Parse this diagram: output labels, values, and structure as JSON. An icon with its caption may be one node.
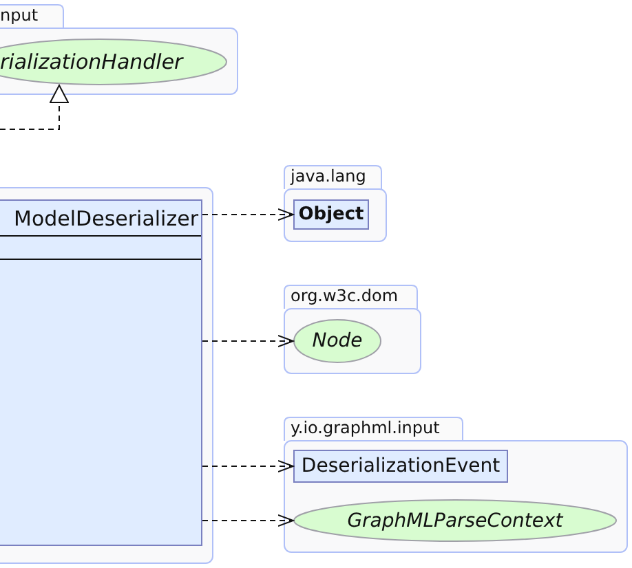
{
  "diagram": {
    "nodes": [
      {
        "text": [
          "nput"
        ]
      },
      {
        "text": [
          "rializationHandler"
        ],
        "in": 0
      },
      {
        "text": [],
        "shape": "box"
      },
      {
        "text": [
          "ModelDeserializer"
        ],
        "in": 2
      },
      {
        "text": [
          "java.lang"
        ]
      },
      {
        "text": [
          "Object"
        ],
        "in": 4
      },
      {
        "text": [
          "org.w3c.dom"
        ]
      },
      {
        "text": [
          "Node"
        ],
        "in": 6
      },
      {
        "text": [
          "y.io.graphml.input"
        ]
      },
      {
        "text": [
          "DeserializationEvent"
        ],
        "in": 8
      },
      {
        "text": [
          "GraphMLParseContext"
        ],
        "in": 8
      }
    ],
    "edges": [
      {
        "from": null,
        "to": 1,
        "arrow": "to",
        "style": "dashed"
      },
      {
        "from": 3,
        "to": 5,
        "arrow": "to",
        "style": "dashed"
      },
      {
        "from": 3,
        "to": 7,
        "arrow": "to",
        "style": "dashed"
      },
      {
        "from": 3,
        "to": 9,
        "arrow": "to",
        "style": "dashed"
      },
      {
        "from": 3,
        "to": 10,
        "arrow": "to",
        "style": "dashed"
      }
    ]
  }
}
